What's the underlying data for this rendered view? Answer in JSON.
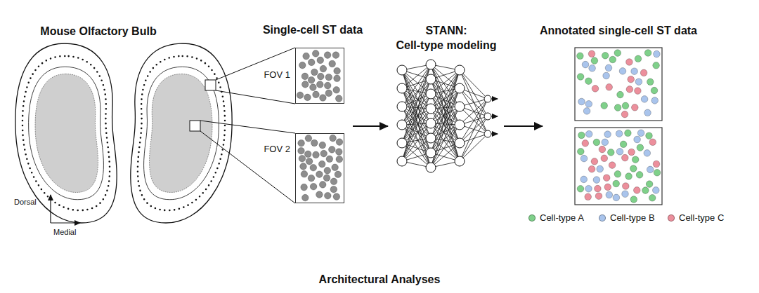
{
  "diagram": {
    "nodes": [
      {
        "text": [
          "Single-cell ST data"
        ]
      },
      {
        "text": [
          "FOV 1"
        ],
        "in": 0
      },
      {
        "text": [
          "FOV 2"
        ],
        "in": 0
      },
      {
        "text": [
          "STANN:",
          "Cell-type modeling"
        ]
      },
      {
        "text": [
          "Annotated single-cell ST data"
        ]
      }
    ],
    "edges": [
      {
        "from": 0,
        "to": 3,
        "arrow": "to"
      },
      {
        "from": 3,
        "to": 4,
        "arrow": "to"
      }
    ],
    "labels": [
      "Mouse Olfactory Bulb",
      "Dorsal",
      "Medial",
      "Architectural Analyses"
    ],
    "legend": [
      {
        "text": "Cell-type A",
        "color": "#7fd08a"
      },
      {
        "text": "Cell-type B",
        "color": "#a9c4ec"
      },
      {
        "text": "Cell-type C",
        "color": "#ec8f9c"
      }
    ]
  }
}
